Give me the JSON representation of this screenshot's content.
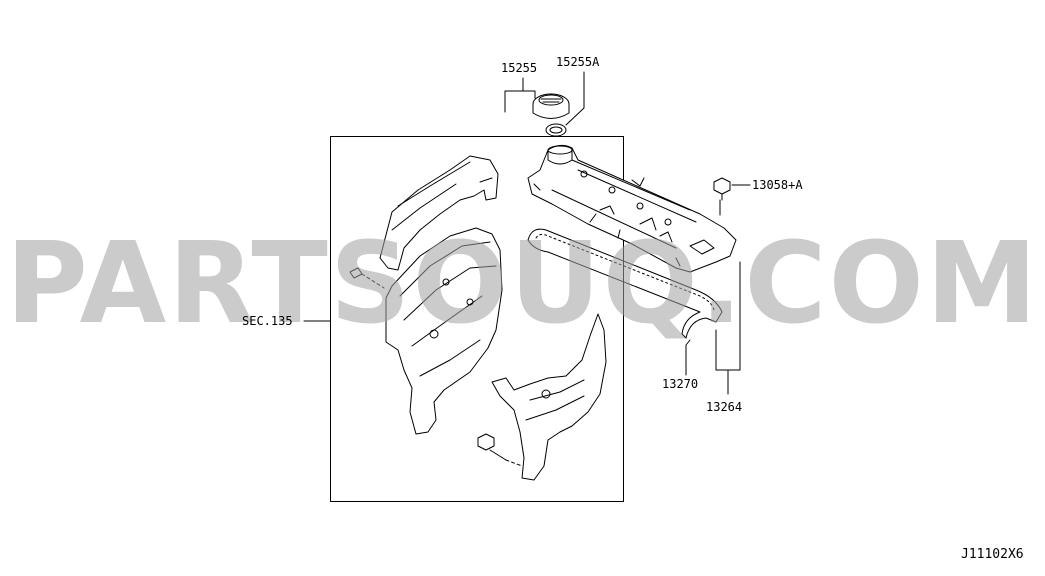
{
  "diagram": {
    "callouts": {
      "p15255": "15255",
      "p15255A": "15255A",
      "p13058A": "13058+A",
      "sec135": "SEC.135",
      "p13270": "13270",
      "p13264": "13264"
    },
    "drawing_code": "J11102X6",
    "watermark": "PARTSOUQ.COM",
    "colors": {
      "line": "#000000",
      "watermark": "#a0a0a0",
      "background": "#ffffff"
    }
  }
}
